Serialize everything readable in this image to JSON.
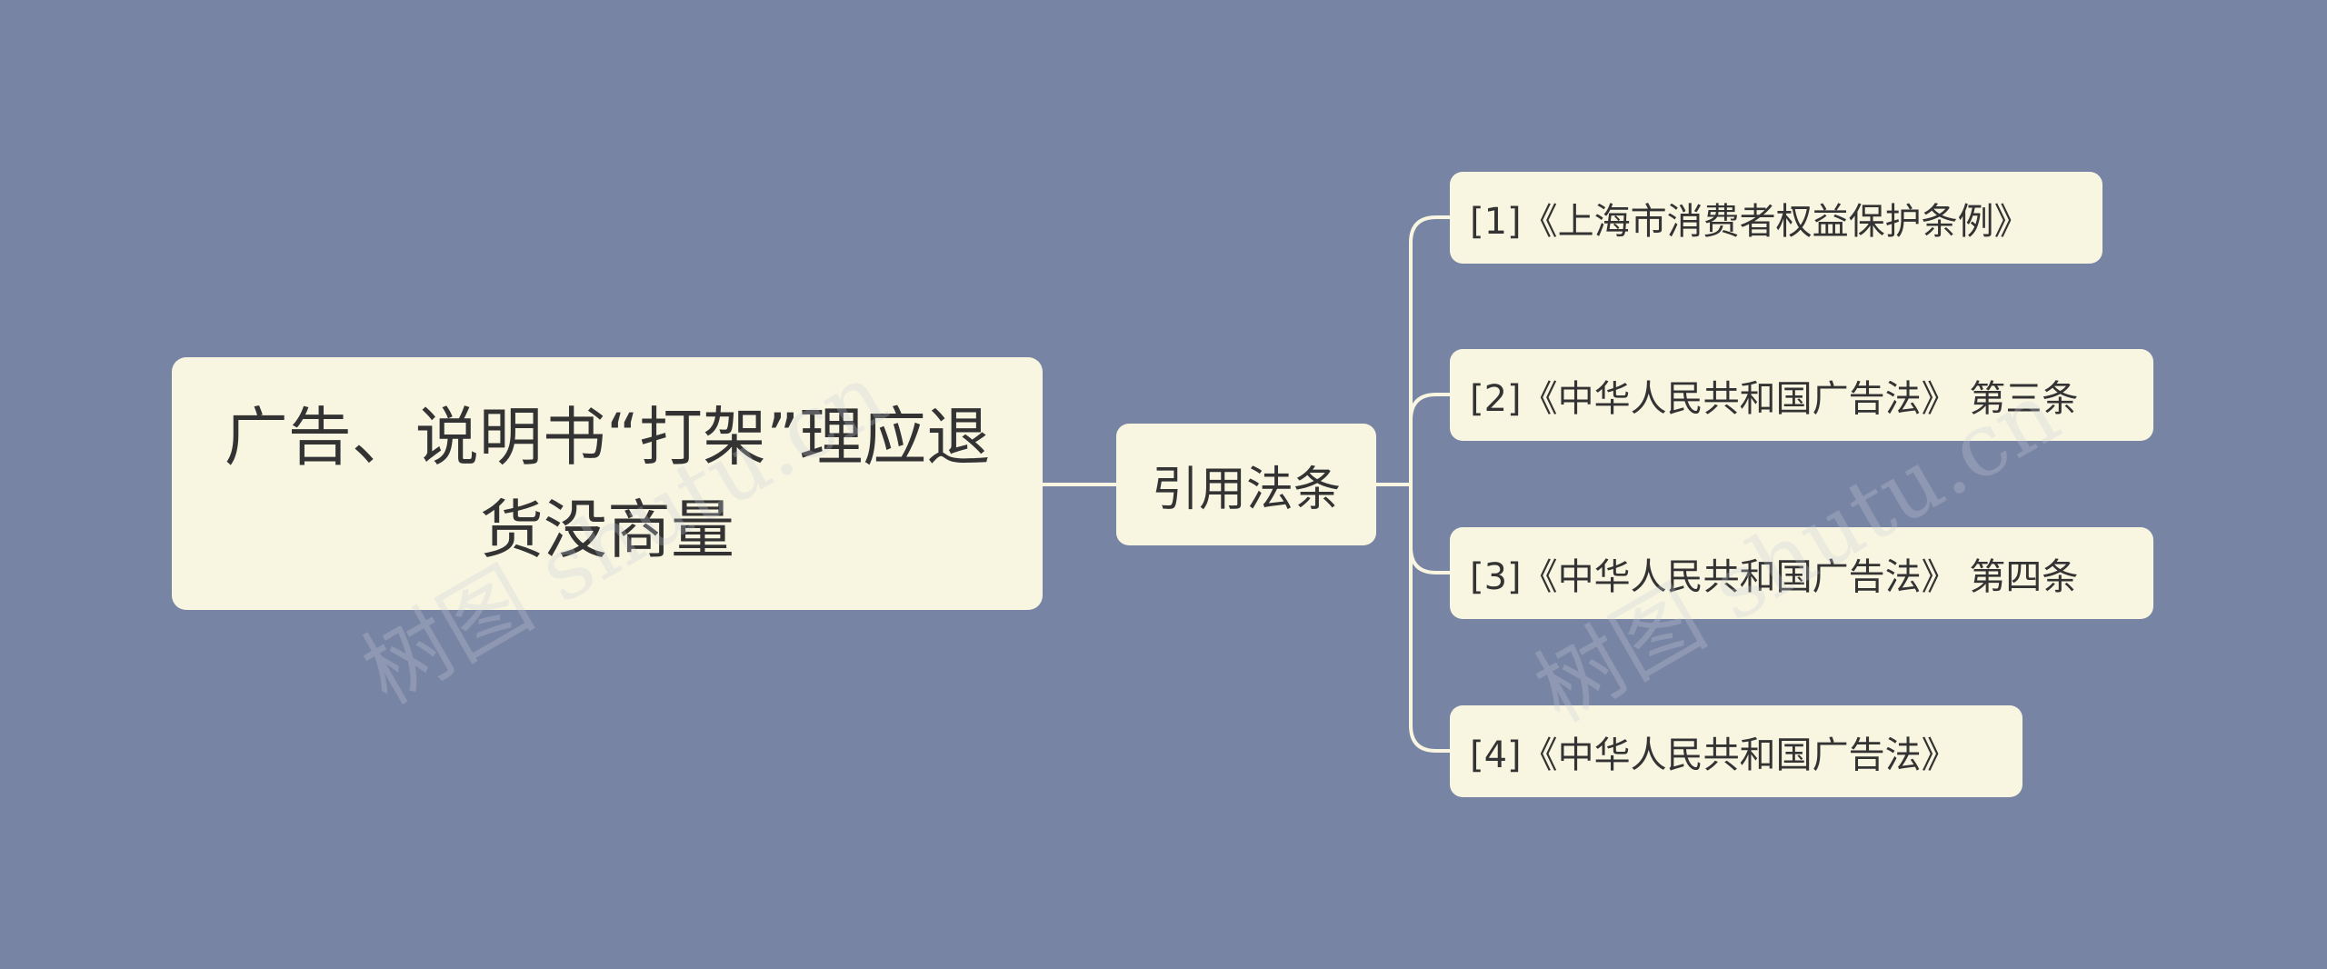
{
  "mindmap": {
    "root": {
      "title": "广告、说明书“打架”理应退货没商量"
    },
    "branch": {
      "label": "引用法条"
    },
    "leaves": [
      {
        "label": "[1]《上海市消费者权益保护条例》"
      },
      {
        "label": "[2]《中华人民共和国广告法》 第三条"
      },
      {
        "label": "[3]《中华人民共和国广告法》 第四条"
      },
      {
        "label": "[4]《中华人民共和国广告法》"
      }
    ]
  },
  "watermark": {
    "text_1": "树图 shutu.cn",
    "text_2": "树图 shutu.cn"
  },
  "colors": {
    "background": "#7884a4",
    "node_fill": "#f8f5e1",
    "node_text": "#333333",
    "connector": "#f8f5e1"
  }
}
